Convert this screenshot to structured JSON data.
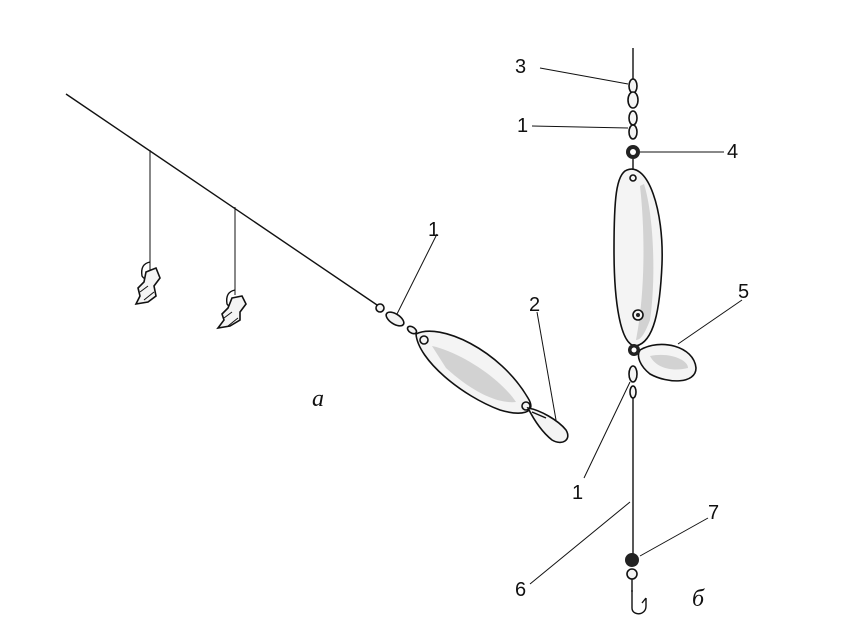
{
  "figure_a": {
    "letter": "а",
    "labels": {
      "swivel": "1",
      "ring": "2"
    }
  },
  "figure_b": {
    "letter": "б",
    "labels": {
      "top_swivel": "3",
      "upper_swivel": "1",
      "bead_ring": "4",
      "blade": "5",
      "lower_swivel": "1",
      "leader": "6",
      "bead": "7"
    }
  }
}
